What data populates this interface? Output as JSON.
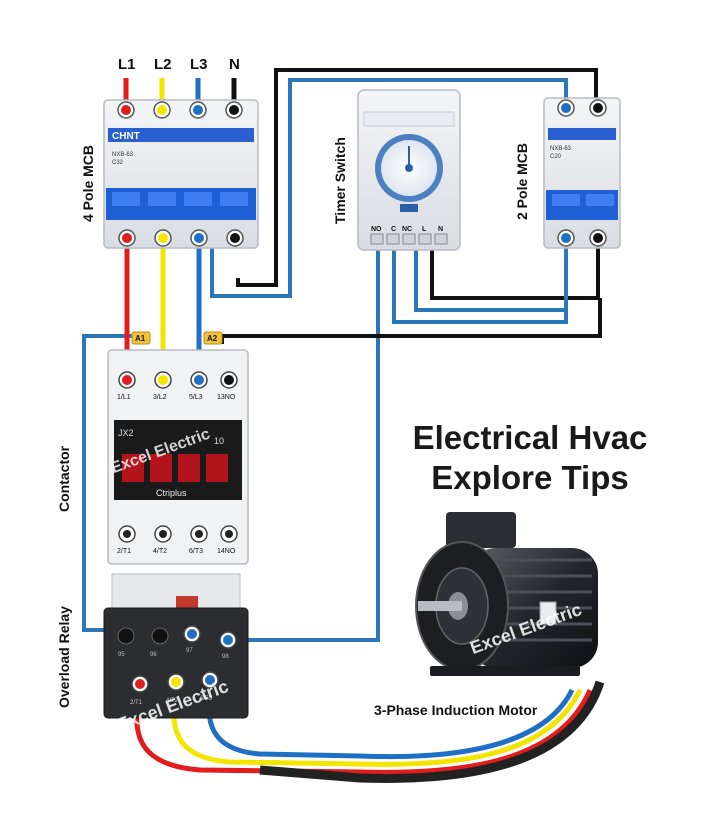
{
  "phase_labels": {
    "l1": "L1",
    "l2": "L2",
    "l3": "L3",
    "n": "N"
  },
  "devices": {
    "four_pole_mcb": "4 Pole MCB",
    "timer_switch": "Timer Switch",
    "two_pole_mcb": "2 Pole MCB",
    "contactor": "Contactor",
    "overload_relay": "Overload Relay",
    "motor": "3-Phase Induction Motor"
  },
  "title": {
    "line1": "Electrical Hvac",
    "line2": "Explore Tips"
  },
  "mcb4": {
    "brand": "CHNT",
    "model": "NXB-63",
    "rating": "C32"
  },
  "mcb2": {
    "model": "NXB-63",
    "rating": "C20"
  },
  "timer": {
    "terminals": [
      "NO",
      "C",
      "NC",
      "L",
      "N"
    ]
  },
  "contactor": {
    "coil_a1": "A1",
    "coil_a2": "A2",
    "top_terminals": [
      "1/L1",
      "3/L2",
      "5/L3",
      "13NO"
    ],
    "bottom_terminals": [
      "2/T1",
      "4/T2",
      "6/T3",
      "14NO"
    ],
    "aux_label": "10",
    "model": "JX2",
    "brand": "Ctriplus"
  },
  "overload": {
    "terminals": [
      "2/T1",
      "4/T2",
      "6/T3"
    ],
    "aux": [
      "95",
      "96",
      "97",
      "98"
    ]
  },
  "watermark": "Excel Electric",
  "colors": {
    "l1": "#e11d1d",
    "l2": "#f2e600",
    "l3": "#1f6fc4",
    "neutral": "#111111",
    "control": "#2a78b8",
    "mcb_blue": "#1e5fd6"
  }
}
